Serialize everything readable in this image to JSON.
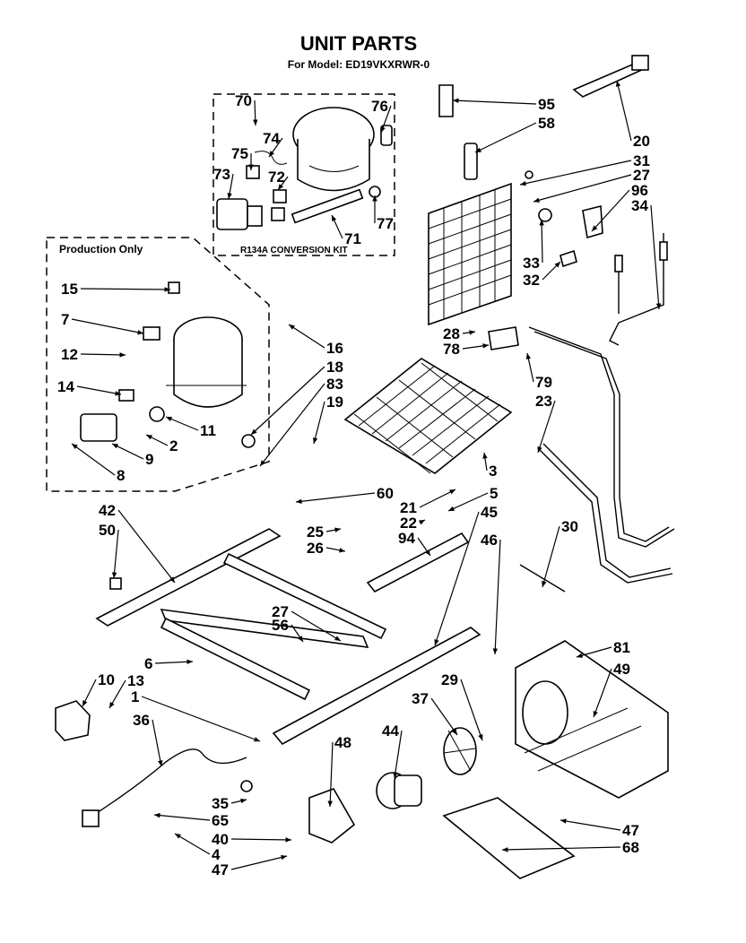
{
  "title": "UNIT PARTS",
  "model": "For Model: ED19VKXRWR-0",
  "production_label": "Production Only",
  "kit_label": "R134A CONVERSION KIT",
  "callouts": [
    "1",
    "2",
    "3",
    "4",
    "5",
    "6",
    "7",
    "8",
    "9",
    "10",
    "11",
    "12",
    "13",
    "14",
    "15",
    "16",
    "18",
    "19",
    "20",
    "21",
    "22",
    "23",
    "25",
    "26",
    "27",
    "28",
    "29",
    "30",
    "31",
    "32",
    "33",
    "34",
    "35",
    "36",
    "37",
    "40",
    "42",
    "44",
    "45",
    "46",
    "47",
    "48",
    "49",
    "50",
    "56",
    "58",
    "60",
    "65",
    "68",
    "70",
    "71",
    "72",
    "73",
    "74",
    "75",
    "76",
    "77",
    "78",
    "79",
    "81",
    "83",
    "94",
    "95",
    "96"
  ]
}
